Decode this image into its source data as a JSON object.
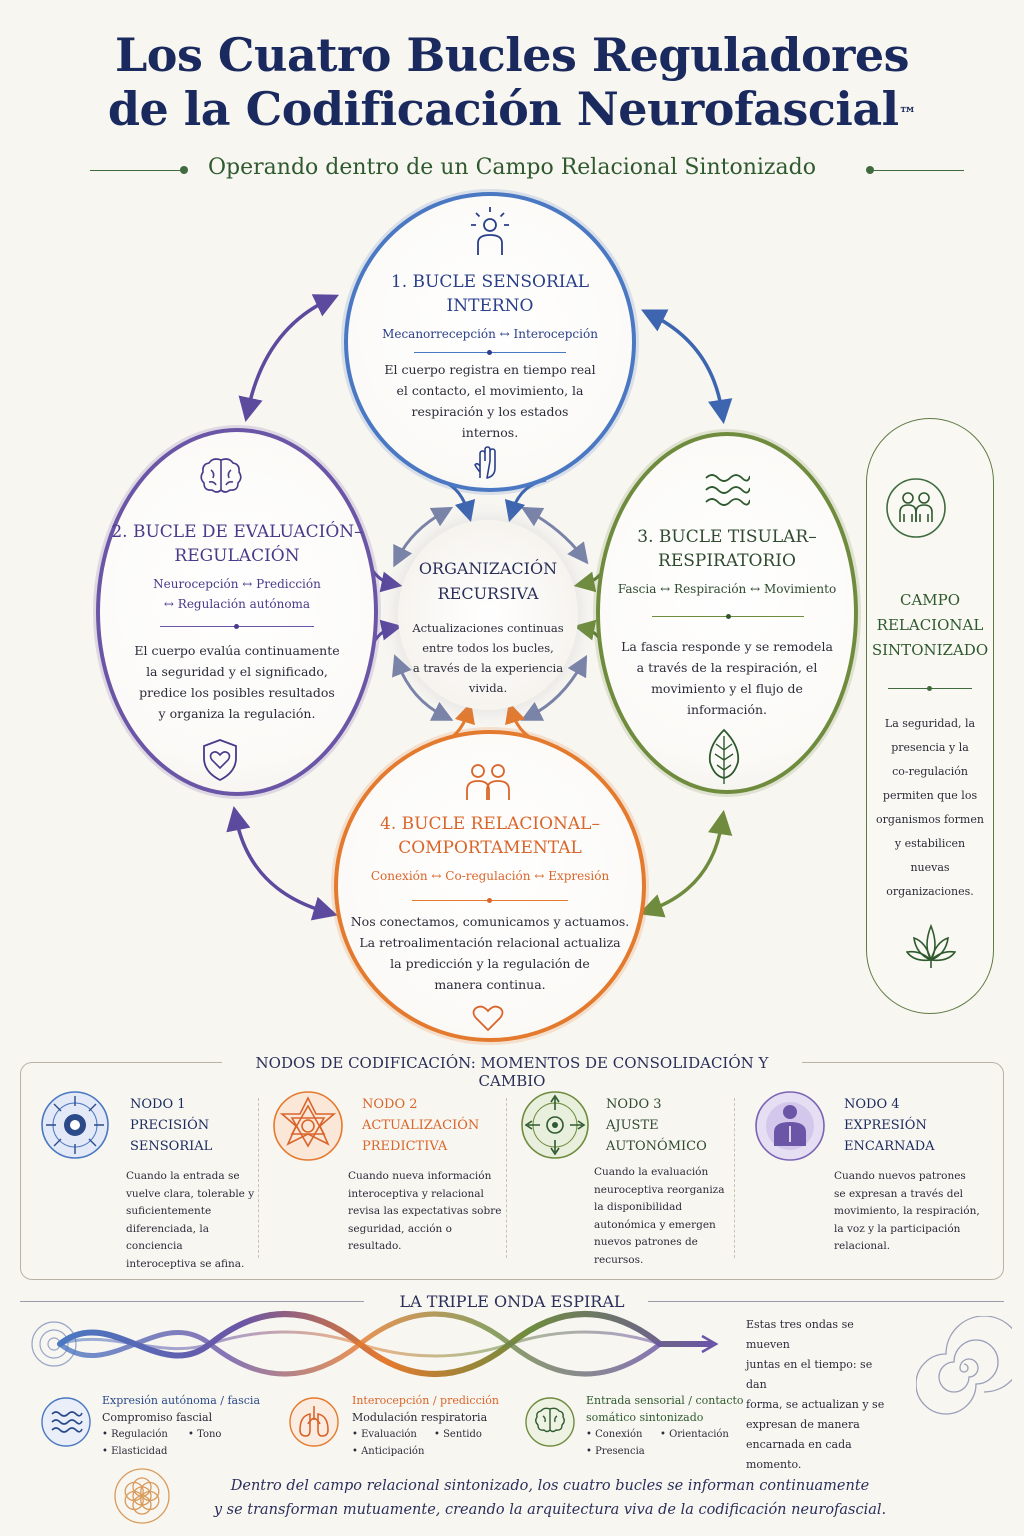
{
  "title": {
    "line1": "Los Cuatro Bucles Reguladores",
    "line2": "de la Codificación Neurofascial",
    "trademark": "™",
    "subtitle": "Operando dentro de un Campo Relacional Sintonizado"
  },
  "colors": {
    "navy": "#1a2a5e",
    "blue": "#4a78c2",
    "purple": "#6b55a6",
    "green": "#6f8c3e",
    "orange": "#e47a2e",
    "field_green": "#3f6b3f"
  },
  "loops": {
    "sensorial": {
      "title1": "1. BUCLE SENSORIAL",
      "title2": "INTERNO",
      "sub": "Mecanorrecepción ↔ Interocepción",
      "desc": [
        "El cuerpo registra en tiempo real",
        "el contacto, el movimiento, la",
        "respiración y los estados",
        "internos."
      ],
      "icon_top": "person-glow-icon",
      "icon_bottom": "hand-icon"
    },
    "evaluacion": {
      "title1": "2. BUCLE DE EVALUACIÓN–",
      "title2": "REGULACIÓN",
      "sub1": "Neurocepción ↔ Predicción",
      "sub2": "↔ Regulación autónoma",
      "desc": [
        "El cuerpo evalúa continuamente",
        "la seguridad y el significado,",
        "predice los posibles resultados",
        "y organiza la regulación."
      ],
      "icon_top": "brain-icon",
      "icon_bottom": "shield-heart-icon"
    },
    "tisular": {
      "title1": "3. BUCLE TISULAR–",
      "title2": "RESPIRATORIO",
      "sub": "Fascia ↔ Respiración ↔ Movimiento",
      "desc": [
        "La fascia responde y se remodela",
        "a través de la respiración, el",
        "movimiento y el flujo de",
        "información."
      ],
      "icon_top": "waves-icon",
      "icon_bottom": "leaf-icon"
    },
    "relacional": {
      "title1": "4. BUCLE RELACIONAL–",
      "title2": "COMPORTAMENTAL",
      "sub": "Conexión ↔ Co-regulación ↔ Expresión",
      "desc": [
        "Nos conectamos, comunicamos y actuamos.",
        "La retroalimentación relacional actualiza",
        "la predicción y la regulación de",
        "manera continua."
      ],
      "icon_top": "two-people-icon",
      "icon_bottom": "heart-icon"
    }
  },
  "core": {
    "title1": "ORGANIZACIÓN",
    "title2": "RECURSIVA",
    "desc": [
      "Actualizaciones continuas",
      "entre todos los bucles,",
      "a través de la experiencia",
      "vivida."
    ]
  },
  "field": {
    "title": [
      "CAMPO",
      "RELACIONAL",
      "SINTONIZADO"
    ],
    "desc": [
      "La seguridad, la",
      "presencia y la",
      "co-regulación",
      "permiten que los",
      "organismos formen",
      "y estabilicen",
      "nuevas",
      "organizaciones."
    ],
    "icon_top": "people-circle-icon",
    "icon_bottom": "lotus-icon"
  },
  "nodes": {
    "header": "NODOS DE CODIFICACIÓN: MOMENTOS DE CONSOLIDACIÓN Y CAMBIO",
    "items": [
      {
        "t1": "NODO 1",
        "t2": "PRECISIÓN",
        "t3": "SENSORIAL",
        "color": "#1a2a5e",
        "desc": [
          "Cuando la entrada se",
          "vuelve clara, tolerable y",
          "suficientemente",
          "diferenciada, la conciencia",
          "interoceptiva se afina."
        ],
        "icon": "precision-target-icon"
      },
      {
        "t1": "NODO 2",
        "t2": "ACTUALIZACIÓN",
        "t3": "PREDICTIVA",
        "color": "#d9652a",
        "desc": [
          "Cuando nueva información",
          "interoceptiva y relacional",
          "revisa las expectativas sobre",
          "seguridad, acción o",
          "resultado."
        ],
        "icon": "star-mandala-icon"
      },
      {
        "t1": "NODO 3",
        "t2": "AJUSTE",
        "t3": "AUTONÓMICO",
        "color": "#2f4a2f",
        "desc": [
          "Cuando la evaluación",
          "neuroceptiva reorganiza",
          "la disponibilidad",
          "autonómica y emergen",
          "nuevos patrones de",
          "recursos."
        ],
        "icon": "compass-target-icon"
      },
      {
        "t1": "NODO 4",
        "t2": "EXPRESIÓN",
        "t3": "ENCARNADA",
        "color": "#1a2a5e",
        "desc": [
          "Cuando nuevos patrones",
          "se expresan a través del",
          "movimiento, la respiración,",
          "la voz y la participación",
          "relacional."
        ],
        "icon": "embodied-person-icon"
      }
    ]
  },
  "wave": {
    "title": "LA TRIPLE  ONDA ESPIRAL",
    "side": [
      "Estas tres ondas se mueven",
      "juntas en el tiempo: se dan",
      "forma, se actualizan y se",
      "expresan de manera",
      "encarnada en cada",
      "momento."
    ],
    "items": [
      {
        "t1": "Expresión autónoma / fascia",
        "t2": "Compromiso fascial",
        "b1": "•  Regulación",
        "b2": "•  Tono",
        "b3": "•  Elasticidad",
        "color": "#2a4a8a",
        "icon": "waves-circle-icon"
      },
      {
        "t1": "Interocepción / predicción",
        "t2": "Modulación respiratoria",
        "b1": "•  Evaluación",
        "b2": "•  Sentido",
        "b3": "•  Anticipación",
        "color": "#d9652a",
        "icon": "lungs-icon"
      },
      {
        "t1": "Entrada sensorial / contacto",
        "t2": "somático sintonizado",
        "b1": "•  Conexión",
        "b2": "•  Orientación",
        "b3": "•  Presencia",
        "color": "#2f5a2f",
        "icon": "brain-circle-icon"
      }
    ]
  },
  "footer": {
    "line1": "Dentro del campo relacional sintonizado, los cuatro bucles se informan continuamente",
    "line2": "y se transforman mutuamente, creando la arquitectura viva de la codificación neurofascial."
  }
}
